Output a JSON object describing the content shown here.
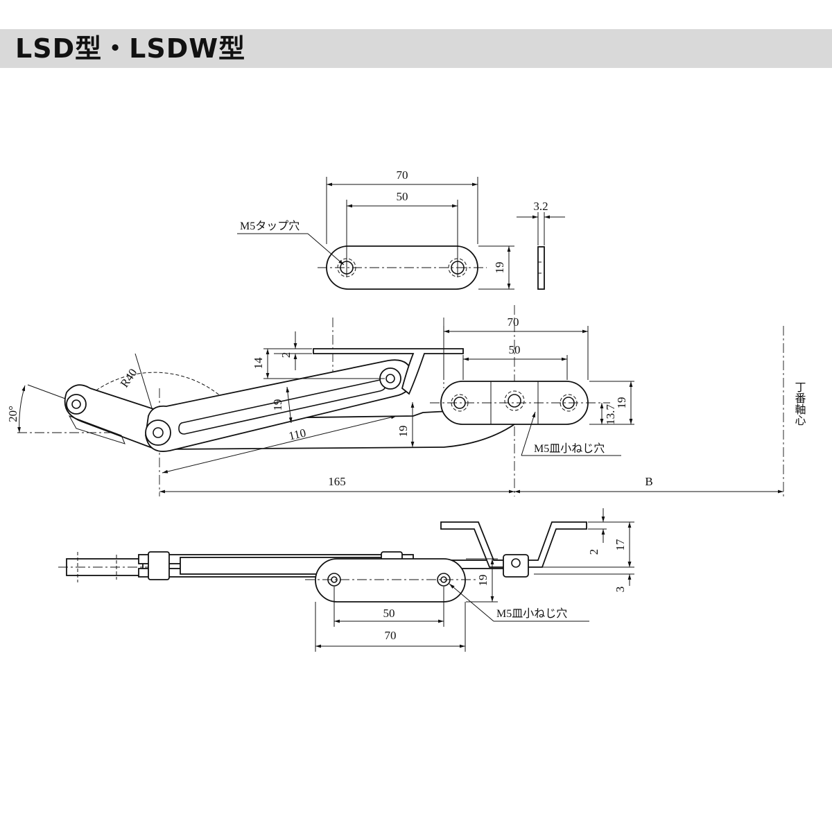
{
  "header": {
    "title": "LSD型・LSDW型"
  },
  "top_view": {
    "dim_width": "70",
    "dim_hole_pitch": "50",
    "dim_height": "19",
    "dim_thickness": "3.2",
    "hole_label": "M5タップ穴"
  },
  "front_view": {
    "dim_bracket_width": "70",
    "dim_bracket_pitch": "50",
    "dim_bracket_height": "19",
    "dim_offset_13_7": "13.7",
    "dim_2": "2",
    "dim_14": "14",
    "dim_slot_width": "19",
    "dim_drop": "19",
    "dim_arm_length": "110",
    "dim_radius": "R40",
    "dim_angle": "20°",
    "dim_total": "165",
    "dim_b": "B",
    "hole_label": "M5皿小ねじ穴",
    "axis_label": "丁番軸心"
  },
  "bottom_view": {
    "dim_17": "17",
    "dim_2": "2",
    "dim_3": "3",
    "dim_19": "19",
    "dim_pitch": "50",
    "dim_width": "70",
    "hole_label": "M5皿小ねじ穴"
  }
}
